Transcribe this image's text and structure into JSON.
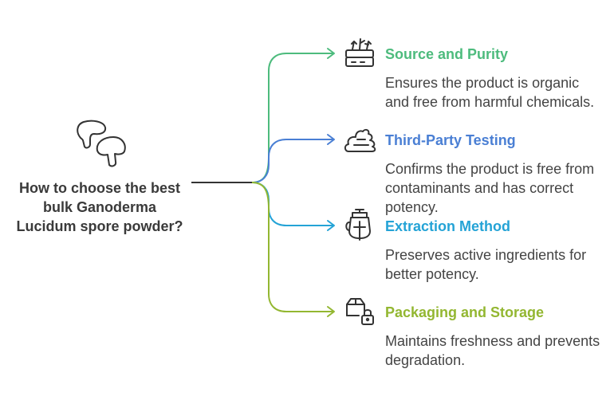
{
  "central": {
    "question": "How to choose the best bulk Ganoderma Lucidum spore powder?",
    "icon": "mushroom-icon"
  },
  "branches": [
    {
      "title": "Source and Purity",
      "description": "Ensures the product is organic and free from harmful chemicals.",
      "color": "#4dbb7d",
      "icon": "soil-sprout-icon"
    },
    {
      "title": "Third-Party Testing",
      "description": "Confirms the product is free from contaminants and has correct potency.",
      "color": "#4a7fd4",
      "icon": "sample-pile-icon"
    },
    {
      "title": "Extraction Method",
      "description": "Preserves active ingredients for better potency.",
      "color": "#24a3d6",
      "icon": "extractor-icon"
    },
    {
      "title": "Packaging and Storage",
      "description": "Maintains freshness and prevents degradation.",
      "color": "#93b731",
      "icon": "locked-box-icon"
    }
  ],
  "colors": {
    "trunk": "#333333",
    "text": "#444444",
    "icon_stroke": "#333333"
  }
}
